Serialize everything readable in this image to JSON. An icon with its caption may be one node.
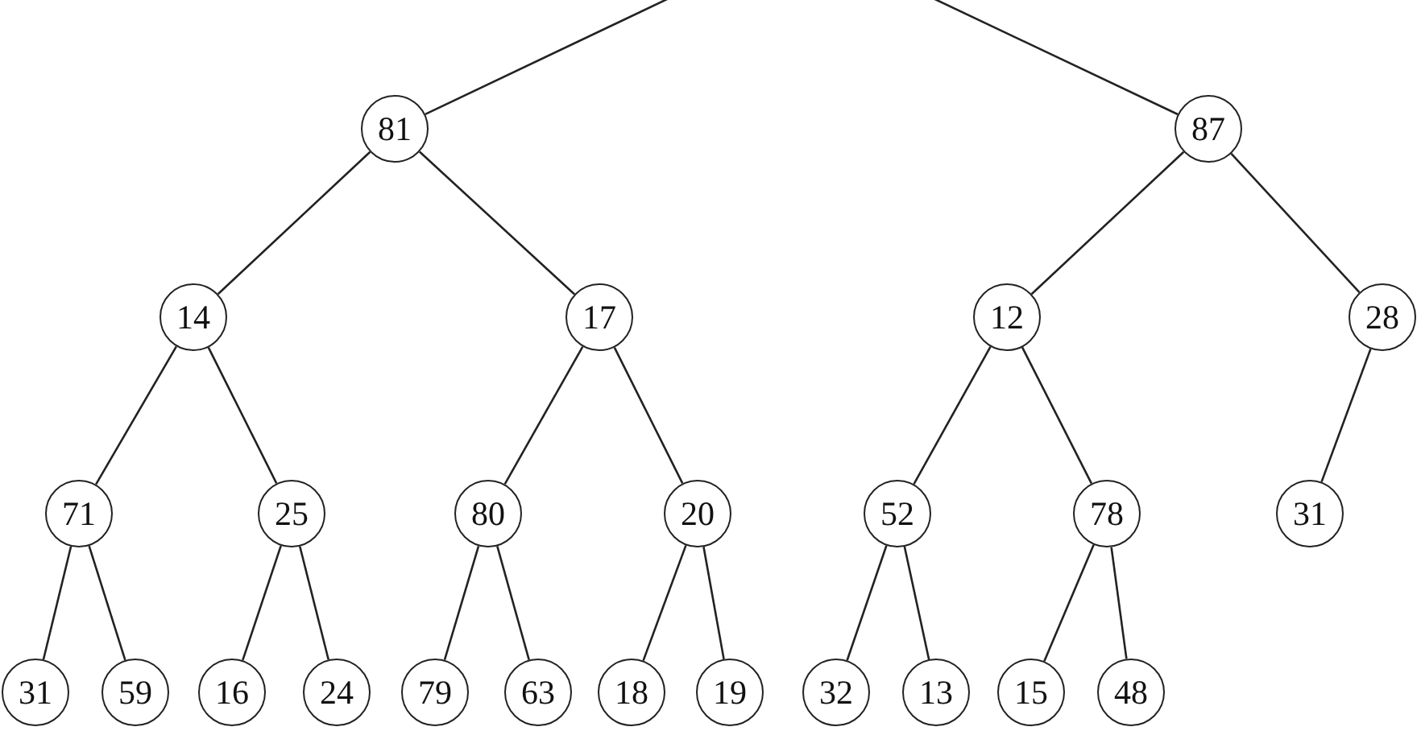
{
  "diagram": {
    "nodes": [
      {
        "text": [
          "81"
        ]
      },
      {
        "text": [
          "87"
        ]
      },
      {
        "text": [
          "14"
        ]
      },
      {
        "text": [
          "17"
        ]
      },
      {
        "text": [
          "12"
        ]
      },
      {
        "text": [
          "28"
        ]
      },
      {
        "text": [
          "71"
        ]
      },
      {
        "text": [
          "25"
        ]
      },
      {
        "text": [
          "80"
        ]
      },
      {
        "text": [
          "20"
        ]
      },
      {
        "text": [
          "52"
        ]
      },
      {
        "text": [
          "78"
        ]
      },
      {
        "text": [
          "31"
        ]
      },
      {
        "text": [
          "31"
        ]
      },
      {
        "text": [
          "59"
        ]
      },
      {
        "text": [
          "16"
        ]
      },
      {
        "text": [
          "24"
        ]
      },
      {
        "text": [
          "79"
        ]
      },
      {
        "text": [
          "63"
        ]
      },
      {
        "text": [
          "18"
        ]
      },
      {
        "text": [
          "19"
        ]
      },
      {
        "text": [
          "32"
        ]
      },
      {
        "text": [
          "13"
        ]
      },
      {
        "text": [
          "15"
        ]
      },
      {
        "text": [
          "48"
        ]
      }
    ],
    "edges": [
      {
        "from": null,
        "to": 0,
        "arrow": "none"
      },
      {
        "from": null,
        "to": 1,
        "arrow": "none"
      },
      {
        "from": 0,
        "to": 2,
        "arrow": "none"
      },
      {
        "from": 0,
        "to": 3,
        "arrow": "none"
      },
      {
        "from": 1,
        "to": 4,
        "arrow": "none"
      },
      {
        "from": 1,
        "to": 5,
        "arrow": "none"
      },
      {
        "from": 2,
        "to": 6,
        "arrow": "none"
      },
      {
        "from": 2,
        "to": 7,
        "arrow": "none"
      },
      {
        "from": 3,
        "to": 8,
        "arrow": "none"
      },
      {
        "from": 3,
        "to": 9,
        "arrow": "none"
      },
      {
        "from": 4,
        "to": 10,
        "arrow": "none"
      },
      {
        "from": 4,
        "to": 11,
        "arrow": "none"
      },
      {
        "from": 5,
        "to": 12,
        "arrow": "none"
      },
      {
        "from": 6,
        "to": 13,
        "arrow": "none"
      },
      {
        "from": 6,
        "to": 14,
        "arrow": "none"
      },
      {
        "from": 7,
        "to": 15,
        "arrow": "none"
      },
      {
        "from": 7,
        "to": 16,
        "arrow": "none"
      },
      {
        "from": 8,
        "to": 17,
        "arrow": "none"
      },
      {
        "from": 8,
        "to": 18,
        "arrow": "none"
      },
      {
        "from": 9,
        "to": 19,
        "arrow": "none"
      },
      {
        "from": 9,
        "to": 20,
        "arrow": "none"
      },
      {
        "from": 10,
        "to": 21,
        "arrow": "none"
      },
      {
        "from": 10,
        "to": 22,
        "arrow": "none"
      },
      {
        "from": 11,
        "to": 23,
        "arrow": "none"
      },
      {
        "from": 11,
        "to": 24,
        "arrow": "none"
      }
    ]
  }
}
